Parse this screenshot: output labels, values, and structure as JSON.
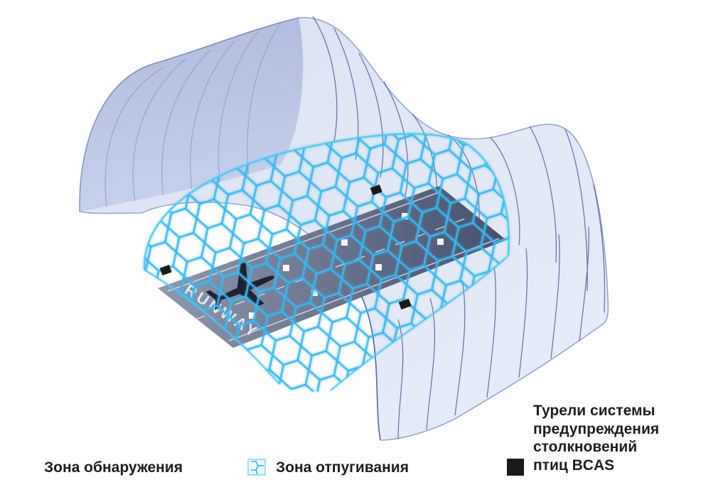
{
  "runway": {
    "label": "RUNWAY"
  },
  "legend": {
    "detection_zone": "Зона обнаружения",
    "scare_zone": "Зона отпугивания",
    "bcas_turrets": [
      "Турели системы",
      "предупреждения",
      "столкновений",
      "птиц BCAS"
    ]
  },
  "colors": {
    "detection_zone_fill": "#c9d6ee",
    "detection_zone_line": "#5a6ba6",
    "scare_zone_mesh": "#2fb4ef",
    "runway": "#6d7890",
    "turret": "#1a1a1a"
  },
  "icons": {
    "scare_swatch": "hex-mesh-icon",
    "bcas_swatch": "black-square-icon",
    "aircraft": "airplane-icon"
  }
}
